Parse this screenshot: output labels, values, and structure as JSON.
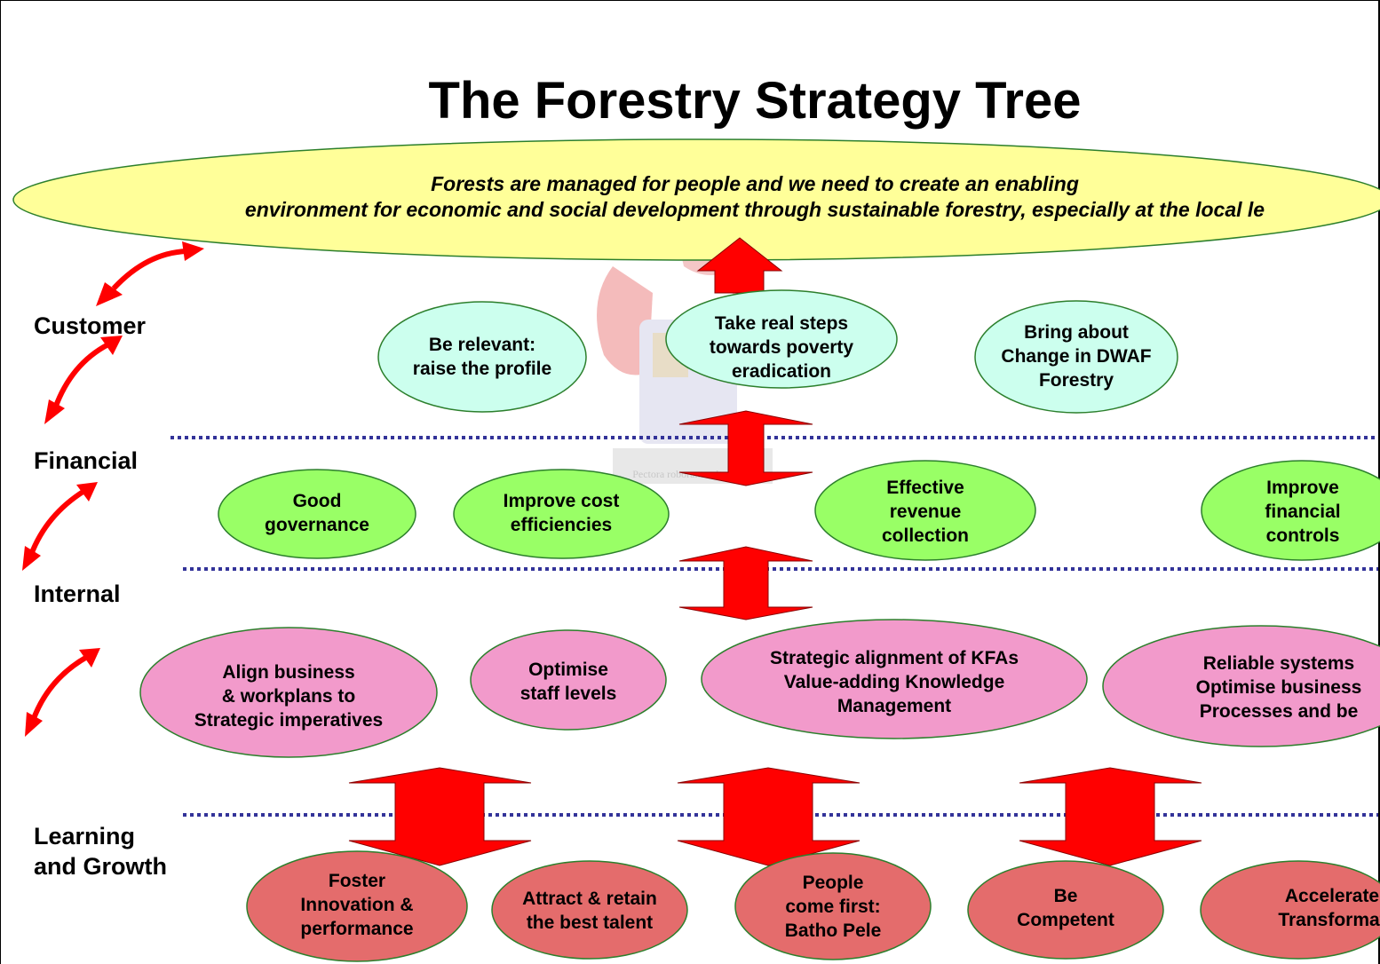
{
  "title": "The Forestry Strategy Tree",
  "vision": {
    "line1": "Forests are managed for people and we need to create an enabling",
    "line2": "environment for economic and social development through sustainable forestry, especially at the local le"
  },
  "levels": {
    "customer": "Customer",
    "financial": "Financial",
    "internal": "Internal",
    "learning1": "Learning",
    "learning2": "and Growth"
  },
  "customer": {
    "relevant": "Be relevant:\nraise the profile",
    "poverty": "Take real steps\ntowards poverty\neradication",
    "change": "Bring about\nChange in DWAF\nForestry"
  },
  "financial": {
    "governance": "Good\ngovernance",
    "cost": "Improve cost\nefficiencies",
    "revenue": "Effective\nrevenue\ncollection",
    "controls": "Improve\nfinancial\ncontrols"
  },
  "internal": {
    "align": "Align business\n& workplans to\nStrategic imperatives",
    "staff": "Optimise\nstaff levels",
    "kfa": "Strategic alignment of KFAs\nValue-adding Knowledge\nManagement",
    "systems": "Reliable systems\nOptimise business\nProcesses and be"
  },
  "learning": {
    "innovation": "Foster\nInnovation &\nperformance",
    "talent": "Attract & retain\nthe best talent",
    "people": "People\ncome first:\nBatho Pele",
    "competent": "Be\nCompetent",
    "transform": "Accelerate\nTransformat"
  },
  "watermark_motto": "Pectora roborant cultus recti",
  "colors": {
    "vision": "#ffff99",
    "customer": "#ccffee",
    "financial": "#99ff66",
    "internal": "#f29acb",
    "learning": "#e46c6c",
    "arrow": "#ff0000",
    "dotted_line": "#333399"
  }
}
